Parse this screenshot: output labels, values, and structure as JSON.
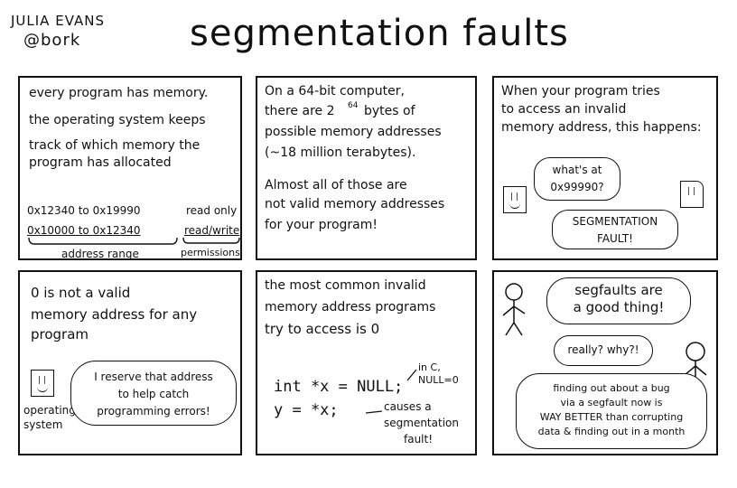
{
  "header": {
    "author_name": "JULIA EVANS",
    "author_handle": "@bork",
    "title": "segmentation faults"
  },
  "panel1": {
    "lines": [
      "every program has memory.",
      "the operating system keeps",
      "track of which memory the",
      "program has allocated"
    ],
    "row1": {
      "range": "0x12340 to 0x19990",
      "perm": "read only"
    },
    "row2": {
      "range": "0x10000 to 0x12340",
      "perm": "read/write"
    },
    "range_label": "address range",
    "perm_label": "permissions"
  },
  "panel2": {
    "lines": [
      "On a 64-bit computer,",
      "there are 2",
      "bytes of",
      "possible memory addresses",
      "(~18 million terabytes).",
      "Almost all of those are",
      "not valid memory addresses",
      "for your program!"
    ],
    "superscript": "64"
  },
  "panel3": {
    "lines": [
      "When your program tries",
      "to access an invalid",
      "memory address, this happens:"
    ],
    "q_bubble": [
      "what's at",
      "0x99990?"
    ],
    "a_bubble": [
      "SEGMENTATION",
      "FAULT!"
    ]
  },
  "panel4": {
    "lines": [
      "0 is not a valid",
      "memory address for any",
      "program"
    ],
    "bubble": [
      "I reserve that address",
      "to help catch",
      "programming errors!"
    ],
    "os_label": [
      "operating",
      "system"
    ]
  },
  "panel5": {
    "lines": [
      "the most common invalid",
      "memory address programs",
      "try to access is 0"
    ],
    "code1": "int *x = NULL;",
    "code2": "y = *x;",
    "note_c": [
      "in C,",
      "NULL=0"
    ],
    "note_seg": [
      "causes a",
      "segmentation",
      "fault!"
    ]
  },
  "panel6": {
    "b1": [
      "segfaults are",
      "a good thing!"
    ],
    "b2": "really? why?!",
    "b3": [
      "finding out about a bug",
      "via a segfault now is",
      "WAY BETTER than corrupting",
      "data & finding out in a month"
    ]
  }
}
